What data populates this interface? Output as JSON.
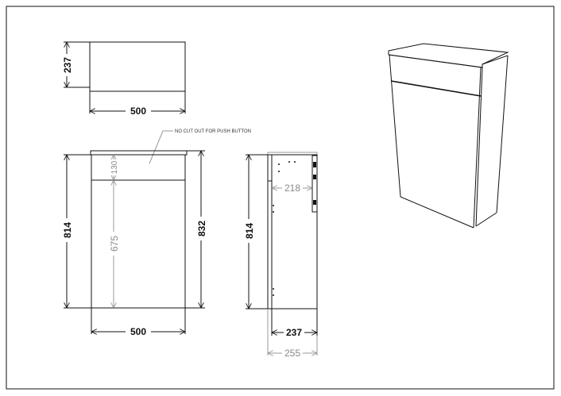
{
  "top_view": {
    "width": "500",
    "depth": "237"
  },
  "front_view": {
    "note": "NO CUT OUT FOR PUSH BUTTON",
    "height_body": "814",
    "height_total": "832",
    "panel_height": "130",
    "door_height": "675",
    "width": "500"
  },
  "side_view": {
    "height": "814",
    "inner_depth": "218",
    "depth": "237",
    "total_depth": "255"
  },
  "colors": {
    "line": "#111111",
    "secondary_dim": "#999999"
  }
}
